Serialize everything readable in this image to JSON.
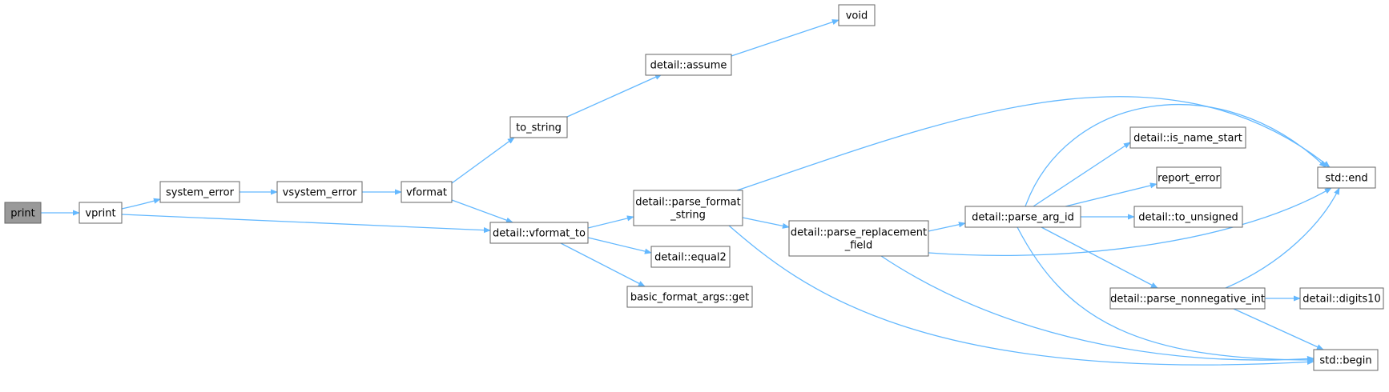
{
  "colors": {
    "edge": "#63b8ff",
    "node_border": "#666666",
    "root_fill": "#999999",
    "node_fill": "#ffffff"
  },
  "nodes": {
    "print": {
      "lines": [
        "print"
      ],
      "root": true
    },
    "vprint": {
      "lines": [
        "vprint"
      ]
    },
    "system_error": {
      "lines": [
        "system_error"
      ]
    },
    "vsystem_error": {
      "lines": [
        "vsystem_error"
      ]
    },
    "vformat": {
      "lines": [
        "vformat"
      ]
    },
    "to_string": {
      "lines": [
        "to_string"
      ]
    },
    "assume": {
      "lines": [
        "detail::assume"
      ]
    },
    "void": {
      "lines": [
        "void"
      ]
    },
    "vformat_to": {
      "lines": [
        "detail::vformat_to"
      ]
    },
    "parse_format_string": {
      "lines": [
        "detail::parse_format",
        "_string"
      ]
    },
    "equal2": {
      "lines": [
        "detail::equal2"
      ]
    },
    "bfa_get": {
      "lines": [
        "basic_format_args::get"
      ]
    },
    "parse_replacement_field": {
      "lines": [
        "detail::parse_replacement",
        "_field"
      ]
    },
    "parse_arg_id": {
      "lines": [
        "detail::parse_arg_id"
      ]
    },
    "is_name_start": {
      "lines": [
        "detail::is_name_start"
      ]
    },
    "report_error": {
      "lines": [
        "report_error"
      ]
    },
    "to_unsigned": {
      "lines": [
        "detail::to_unsigned"
      ]
    },
    "parse_nonnegative_int": {
      "lines": [
        "detail::parse_nonnegative_int"
      ]
    },
    "digits10": {
      "lines": [
        "detail::digits10"
      ]
    },
    "std_end": {
      "lines": [
        "std::end"
      ]
    },
    "std_begin": {
      "lines": [
        "std::begin"
      ]
    }
  },
  "edges": [
    [
      "print",
      "vprint"
    ],
    [
      "vprint",
      "system_error"
    ],
    [
      "vprint",
      "vformat_to"
    ],
    [
      "system_error",
      "vsystem_error"
    ],
    [
      "vsystem_error",
      "vformat"
    ],
    [
      "vformat",
      "to_string"
    ],
    [
      "vformat",
      "vformat_to"
    ],
    [
      "to_string",
      "assume"
    ],
    [
      "assume",
      "void"
    ],
    [
      "vformat_to",
      "parse_format_string"
    ],
    [
      "vformat_to",
      "equal2"
    ],
    [
      "vformat_to",
      "bfa_get"
    ],
    [
      "parse_format_string",
      "std_end"
    ],
    [
      "parse_format_string",
      "parse_replacement_field"
    ],
    [
      "parse_format_string",
      "std_begin"
    ],
    [
      "parse_replacement_field",
      "parse_arg_id"
    ],
    [
      "parse_replacement_field",
      "std_end"
    ],
    [
      "parse_replacement_field",
      "std_begin"
    ],
    [
      "parse_arg_id",
      "std_end"
    ],
    [
      "parse_arg_id",
      "is_name_start"
    ],
    [
      "parse_arg_id",
      "report_error"
    ],
    [
      "parse_arg_id",
      "to_unsigned"
    ],
    [
      "parse_arg_id",
      "parse_nonnegative_int"
    ],
    [
      "parse_arg_id",
      "std_begin"
    ],
    [
      "parse_nonnegative_int",
      "digits10"
    ],
    [
      "parse_nonnegative_int",
      "std_end"
    ],
    [
      "parse_nonnegative_int",
      "std_begin"
    ]
  ]
}
